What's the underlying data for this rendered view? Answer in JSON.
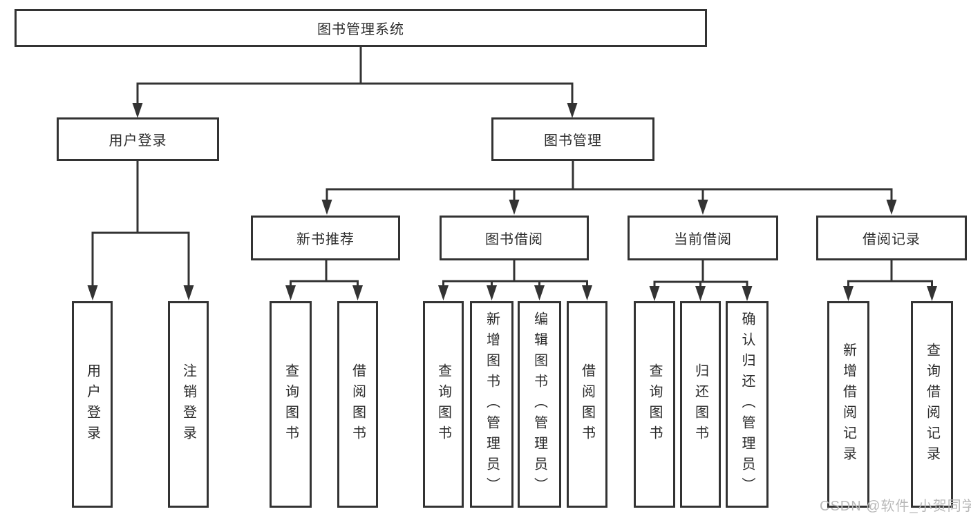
{
  "colors": {
    "line": "#333333",
    "text": "#2b2b2b",
    "watermark": "#b9b9b9",
    "background": "#ffffff"
  },
  "watermark": {
    "text": "CSDN @软件_小贺同学"
  },
  "tree": {
    "label": "图书管理系统",
    "children": [
      {
        "label": "用户登录",
        "children": [
          {
            "label": "用户登录"
          },
          {
            "label": "注销登录"
          }
        ]
      },
      {
        "label": "图书管理",
        "children": [
          {
            "label": "新书推荐",
            "children": [
              {
                "label": "查询图书"
              },
              {
                "label": "借阅图书"
              }
            ]
          },
          {
            "label": "图书借阅",
            "children": [
              {
                "label": "查询图书"
              },
              {
                "label": "新增图书（管理员）"
              },
              {
                "label": "编辑图书（管理员）"
              },
              {
                "label": "借阅图书"
              }
            ]
          },
          {
            "label": "当前借阅",
            "children": [
              {
                "label": "查询图书"
              },
              {
                "label": "归还图书"
              },
              {
                "label": "确认归还（管理员）"
              }
            ]
          },
          {
            "label": "借阅记录",
            "children": [
              {
                "label": "新增借阅记录"
              },
              {
                "label": "查询借阅记录"
              }
            ]
          }
        ]
      }
    ]
  }
}
